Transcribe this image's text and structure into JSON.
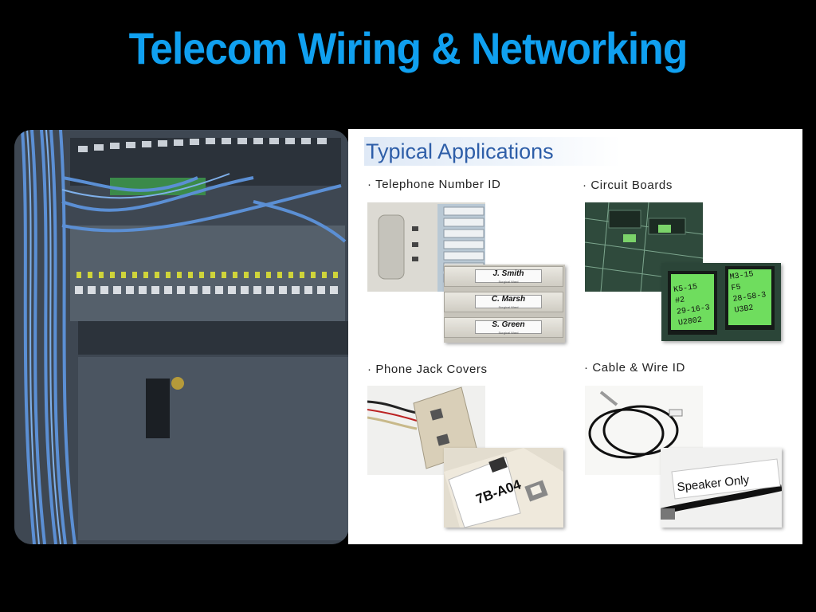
{
  "slide": {
    "title": "Telecom Wiring & Networking",
    "title_color": "#10a0f0",
    "background": "#000000"
  },
  "panel": {
    "heading": "Typical Applications",
    "heading_color": "#2e5ea8",
    "applications": [
      {
        "label": "· Telephone Number ID"
      },
      {
        "label": "· Circuit Boards"
      },
      {
        "label": "· Phone Jack Covers"
      },
      {
        "label": "· Cable & Wire ID"
      }
    ]
  },
  "telephone_labels": {
    "names": [
      "J. Smith",
      "C. Marsh",
      "S. Green"
    ],
    "sublabel": "Surgical Ward"
  },
  "circuit_labels": {
    "left": [
      "K5-15",
      "#2",
      "29-16-3",
      "U2802"
    ],
    "right": [
      "M3-15",
      "F5",
      "28-58-3",
      "U3B2"
    ]
  },
  "jack_label": "7B-A04",
  "cable_label": "Speaker Only"
}
